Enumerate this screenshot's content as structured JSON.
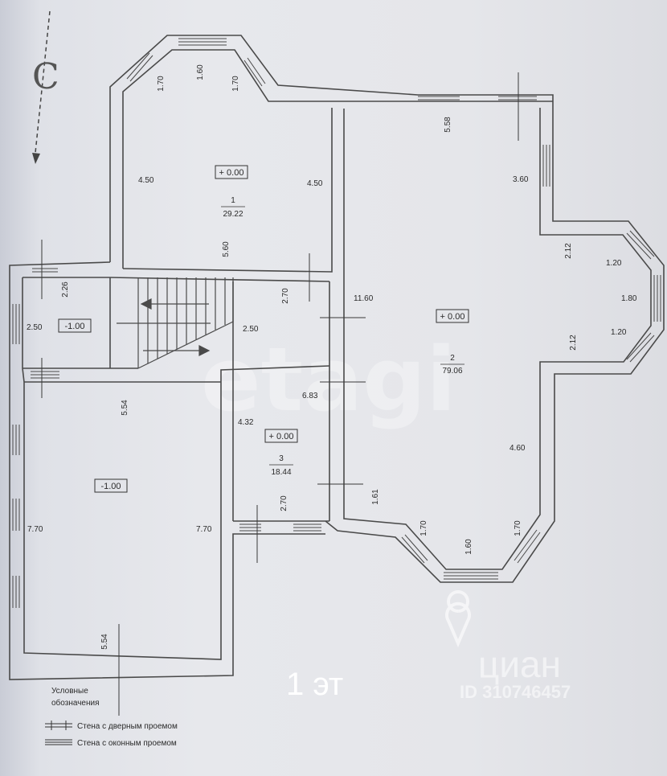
{
  "compass": {
    "letter": "С"
  },
  "rooms": [
    {
      "num": "1",
      "area": "29.22",
      "level": "+ 0.00"
    },
    {
      "num": "2",
      "area": "79.06",
      "level": "+ 0.00"
    },
    {
      "num": "3",
      "area": "18.44",
      "level": "+ 0.00"
    }
  ],
  "levels": {
    "vestibule": "-1.00",
    "garage": "-1.00"
  },
  "dims": {
    "r1_top": "1.60",
    "r1_diag_left": "1.70",
    "r1_diag_right": "1.70",
    "r1_left": "4.50",
    "r1_right": "4.50",
    "r1_bottom": "5.60",
    "r2_top": "5.58",
    "r2_right_upper": "3.60",
    "r2_bay_upper": "2.12",
    "r2_bay_diag_upper": "1.20",
    "r2_bay_face": "1.80",
    "r2_bay_diag_lower": "1.20",
    "r2_bay_lower": "2.12",
    "r2_left": "11.60",
    "r2_right_lower": "4.60",
    "r2_bot_diag_left": "1.70",
    "r2_bot_face": "1.60",
    "r2_bot_diag_right": "1.70",
    "r2_bot_left": "1.61",
    "vest_top": "2.26",
    "vest_left": "2.50",
    "stair_right": "2.50",
    "hall_top": "2.70",
    "hall_right": "6.83",
    "hall_left": "4.32",
    "hall_bottom": "2.70",
    "gar_top": "5.54",
    "gar_left": "7.70",
    "gar_right": "7.70",
    "gar_bottom": "5.54"
  },
  "legend": {
    "title_line1": "Условные",
    "title_line2": "обозначения",
    "door": "Стена с дверным проемом",
    "window": "Стена с оконным проемом"
  },
  "floor_label": "1 эт",
  "watermarks": {
    "etagi": "etagi",
    "cian": "циан",
    "cian_id": "ID 310746457"
  }
}
